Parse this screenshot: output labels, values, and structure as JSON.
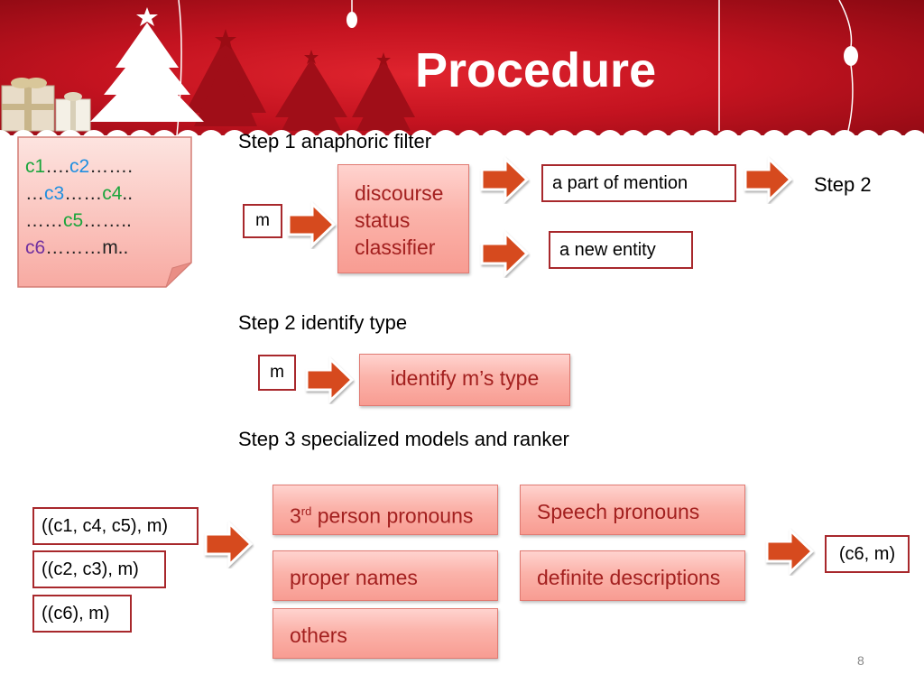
{
  "slide": {
    "title": "Procedure",
    "page_number": "8"
  },
  "note": {
    "line1": [
      {
        "text": "c1",
        "color": "green"
      },
      {
        "text": "….",
        "color": "black"
      },
      {
        "text": "c2",
        "color": "blue"
      },
      {
        "text": "…….",
        "color": "black"
      }
    ],
    "line2": [
      {
        "text": "…",
        "color": "black"
      },
      {
        "text": "c3",
        "color": "blue"
      },
      {
        "text": "……",
        "color": "black"
      },
      {
        "text": "c4",
        "color": "green"
      },
      {
        "text": "..",
        "color": "black"
      }
    ],
    "line3": [
      {
        "text": "……",
        "color": "black"
      },
      {
        "text": "c5",
        "color": "green"
      },
      {
        "text": "……..",
        "color": "black"
      }
    ],
    "line4": [
      {
        "text": "c6",
        "color": "purple"
      },
      {
        "text": "………m..",
        "color": "black"
      }
    ]
  },
  "step1": {
    "heading": "Step 1 anaphoric filter",
    "input": "m",
    "classifier": [
      "discourse",
      "status",
      "classifier"
    ],
    "out_mention": "a part of mention",
    "out_entity": "a new entity",
    "next_step": "Step 2"
  },
  "step2": {
    "heading": "Step 2 identify type",
    "input": "m",
    "action": "identify m’s type"
  },
  "step3": {
    "heading": "Step 3 specialized models and ranker",
    "candidates": [
      "((c1, c4, c5), m)",
      "((c2, c3), m)",
      "((c6), m)"
    ],
    "models": {
      "third_person_num": "3",
      "third_person_sup": "rd",
      "third_person_rest": " person pronouns",
      "speech": "Speech pronouns",
      "proper": "proper names",
      "definite": "definite descriptions",
      "others": "others"
    },
    "result": "(c6, m)"
  },
  "colors": {
    "header_red": "#c41320",
    "arrow_fill": "#d64a1e",
    "box_border": "#a8282c",
    "pink_text": "#a3201f"
  }
}
